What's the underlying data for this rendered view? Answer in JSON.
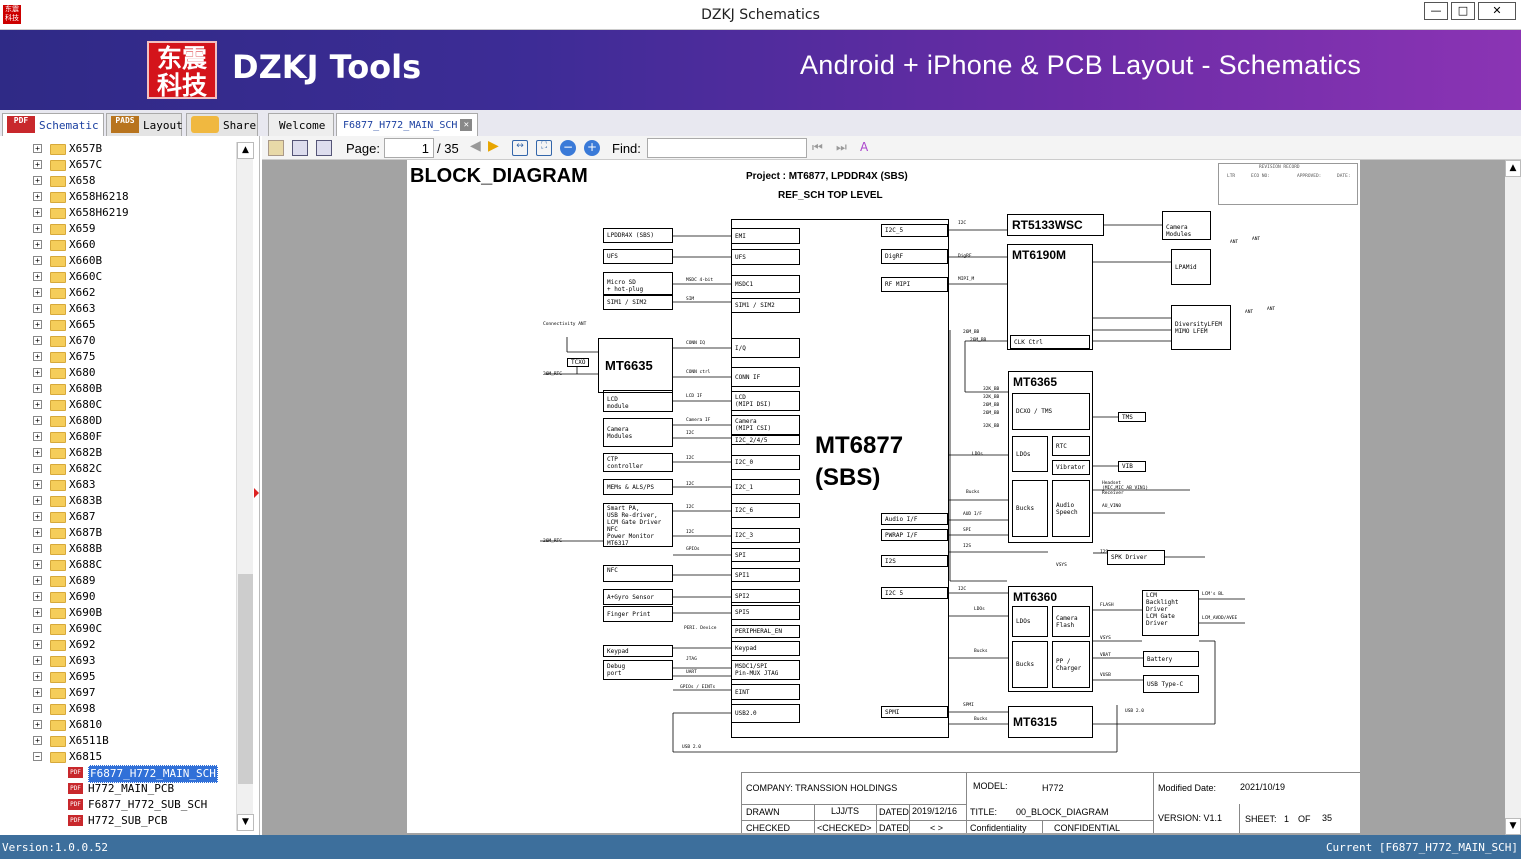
{
  "window": {
    "title": "DZKJ Schematics",
    "app_icon_text": "东震科技",
    "minimize": "—",
    "maximize": "□",
    "close": "✕"
  },
  "banner": {
    "logo_text": "东震\n科技",
    "brand": "DZKJ Tools",
    "slogan": "Android + iPhone & PCB Layout - Schematics"
  },
  "left_tabs": [
    {
      "label": "Schematic",
      "icon": "pdf-icon",
      "icon_text": "PDF"
    },
    {
      "label": "Layout",
      "icon": "pads-icon",
      "icon_text": "PADS"
    },
    {
      "label": "Share",
      "icon": "cloud-share-icon",
      "icon_text": ""
    }
  ],
  "doc_tabs": [
    {
      "label": "Welcome"
    },
    {
      "label": "F6877_H772_MAIN_SCH",
      "close": "✕"
    }
  ],
  "tree": {
    "folders": [
      "X657B",
      "X657C",
      "X658",
      "X658H6218",
      "X658H6219",
      "X659",
      "X660",
      "X660B",
      "X660C",
      "X662",
      "X663",
      "X665",
      "X670",
      "X675",
      "X680",
      "X680B",
      "X680C",
      "X680D",
      "X680F",
      "X682B",
      "X682C",
      "X683",
      "X683B",
      "X687",
      "X687B",
      "X688B",
      "X688C",
      "X689",
      "X690",
      "X690B",
      "X690C",
      "X692",
      "X693",
      "X695",
      "X697",
      "X698",
      "X6810",
      "X6511B",
      "X6815"
    ],
    "children": [
      "F6877_H772_MAIN_SCH",
      "H772_MAIN_PCB",
      "F6877_H772_SUB_SCH",
      "H772_SUB_PCB"
    ],
    "selected": "F6877_H772_MAIN_SCH",
    "pdf_badge": "PDF"
  },
  "toolbar": {
    "page_label": "Page:",
    "page_value": "1",
    "page_total": "/ 35",
    "find_label": "Find:",
    "find_value": ""
  },
  "schematic": {
    "header": {
      "title": "BLOCK_DIAGRAM",
      "project": "Project : MT6877, LPDDR4X (SBS)",
      "ref": "REF_SCH TOP LEVEL"
    },
    "revision_headers": [
      "REVISION RECORD",
      "LTR",
      "ECO NO:",
      "APPROVED:",
      "DATE:"
    ],
    "soc_label": "MT6877\n(SBS)",
    "peripherals": [
      "LPDDR4X (SBS)",
      "UFS",
      "Micro SD\n+ hot-plug",
      "SIM1 / SIM2",
      "MT6635",
      "LCD\nmodule",
      "Camera\nModules",
      "CTP\ncontroller",
      "MEMs & ALS/PS",
      "Smart PA,\nUSB Re-driver,\nLCM Gate Driver\nNFC\nPower  Monitor\nMT6317",
      "NFC",
      "A+Gyro Sensor",
      "Finger Print",
      "Keypad",
      "Debug\nport",
      "TCXO"
    ],
    "soc_pins_left": [
      "EMI",
      "UFS",
      "MSDC1",
      "SIM1 / SIM2",
      "I/Q",
      "CONN IF",
      "LCD\n(MIPI DSI)",
      "Camera\n(MIPI CSI)",
      "I2C_2/4/5",
      "I2C_0",
      "I2C_1",
      "I2C_6",
      "I2C_3",
      "SPI",
      "SPI1",
      "SPI2",
      "SPI5",
      "PERIPHERAL_EN",
      "Keypad",
      "MSDC1/SPI\nPin-MUX JTAG",
      "EINT",
      "USB2.0"
    ],
    "soc_pins_right": [
      "I2C_5",
      "DigRF",
      "RF MIPI",
      "Audio I/F",
      "PWRAP I/F",
      "I2S",
      "I2C 5",
      "SPMI"
    ],
    "right_blocks": [
      "RT5133WSC",
      "Camera\nModules",
      "MT6190M",
      "CLK Ctrl",
      "LPAMid",
      "DiversityLFEM\nMIMO LFEM",
      "MT6365",
      "DCXO / TMS",
      "LDOs",
      "RTC",
      "Vibrator",
      "Bucks",
      "Audio\nSpeech",
      "TMS",
      "VIB",
      "SPK Driver",
      "MT6360",
      "LDOs",
      "Camera\nFlash",
      "Bucks",
      "PP /\nCharger",
      "LCM\nBacklight\nDriver\nLCM Gate\nDriver",
      "Battery",
      "USB Type-C",
      "MT6315"
    ],
    "wire_labels": [
      "MSDC 4-bit",
      "SIM",
      "CONN IQ",
      "CONN ctrl",
      "LCD IF",
      "Camera IF",
      "I2C",
      "I2C",
      "I2C",
      "I2C",
      "I2C",
      "GPIOs",
      "PERI. Device",
      "JTAG",
      "UART",
      "GPIOs / EINTs",
      "USB 2.0",
      "Connectivity ANT",
      "26M_RTC",
      "26M_RTC",
      "I2C",
      "DigRF",
      "MIPI_M",
      "26M_BB",
      "26M_BB",
      "32K_BB",
      "32K_BB",
      "26M_BB",
      "26M_BB",
      "32K_BB",
      "LDOs",
      "Bucks",
      "AUD I/F",
      "SPI",
      "I2S",
      "I2C",
      "LDOs",
      "Bucks",
      "SPMI",
      "Bucks",
      "I2S",
      "VSYS",
      "FLASH",
      "VSYS",
      "VBAT",
      "VUSB",
      "USB 2.0",
      "LCM's BL",
      "LCM_AVDD/AVEE",
      "Headset\n(MIC,MIC_AB_VIN1)\nReceiver",
      "AU_VIN0",
      "ANT",
      "ANT",
      "ANT",
      "ANT"
    ]
  },
  "title_block": {
    "company": "COMPANY: TRANSSION HOLDINGS",
    "model_label": "MODEL:",
    "model": "H772",
    "modified_label": "Modified Date:",
    "modified": "2021/10/19",
    "drawn_label": "DRAWN",
    "drawn": "LJJ/TS",
    "dated_label": "DATED",
    "dated": "2019/12/16",
    "title_label": "TITLE:",
    "title": "00_BLOCK_DIAGRAM",
    "checked_label": "CHECKED",
    "checked": "<CHECKED>",
    "dated2_label": "DATED",
    "dated2": "< >",
    "conf_label": "Confidentiality",
    "conf": "CONFIDENTIAL",
    "version": "VERSION:  V1.1",
    "sheet_label": "SHEET:",
    "sheet": "1",
    "of_label": "OF",
    "sheets": "35"
  },
  "status": {
    "version": "Version:1.0.0.52",
    "current": "Current [F6877_H772_MAIN_SCH]"
  }
}
